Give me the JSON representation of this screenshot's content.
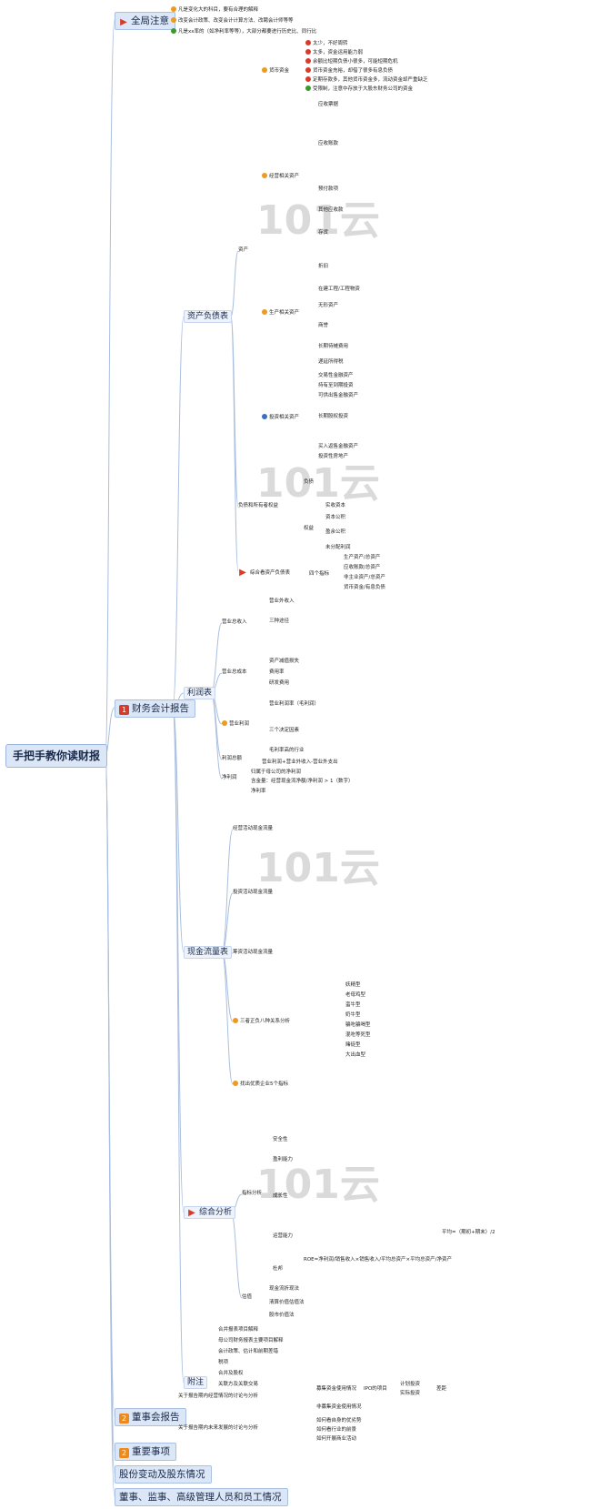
{
  "root": {
    "title": "手把手教你读财报"
  },
  "sections": {
    "notice": {
      "title": "全局注意"
    },
    "report": {
      "title": "财务会计报告"
    },
    "board": {
      "title": "董事会报告"
    },
    "major": {
      "title": "重要事项"
    },
    "shares": {
      "title": "股份变动及股东情况"
    },
    "directors": {
      "title": "董事、监事、高级管理人员和员工情况"
    }
  },
  "notice_items": [
    "凡是变化大的科目，要有合理的解释",
    "改变会计政策、改变会计计算方法、改聘会计师等等",
    "凡是xx率的（如净利率等等），大部分都要进行历史比、同行比"
  ],
  "report_children": {
    "balance": "资产负债表",
    "profit": "利润表",
    "cashflow": "现金流量表",
    "analysis": "综合分析",
    "appendix": "附注"
  },
  "balance": {
    "assets": "资产",
    "liabilities": "负债和所有者权益",
    "overview": "综合看资产负债表",
    "currency": "货币资金",
    "operating": "经营相关资产",
    "production": "生产相关资产",
    "investment": "投资相关资产",
    "currency_items": [
      "太少，不好周转",
      "太多，资金运用能力弱",
      "余额比短期负债小很多，可能短期危机",
      "货币资金充裕，却借了很多有息负债",
      "定期存款多，其他货币资金多，流动资金却严重缺乏",
      "受限制，注意中存放于大股东财务公司的资金"
    ],
    "operating_items": [
      "应收票据",
      "应收账款",
      "预付款项",
      "其他应收款",
      "存货"
    ],
    "production_items": [
      "折旧",
      "在建工程/工程物资",
      "无形资产",
      "商誉",
      "长期待摊费用",
      "递延所得税"
    ],
    "investment_items": [
      "交易性金融资产",
      "持有至到期投资",
      "可供出售金融资产",
      "长期股权投资",
      "买入返售金融资产",
      "投资性房地产"
    ],
    "liab_items": [
      "负债",
      "权益"
    ],
    "equity_items": [
      "实收资本",
      "资本公积",
      "盈余公积",
      "未分配利润"
    ],
    "overview_label": "四个指标",
    "overview_items": [
      "生产资产/总资产",
      "应收账款/总资产",
      "非主业资产/总资产",
      "货币资金/有息负债"
    ]
  },
  "profit": {
    "revenue": "营业总收入",
    "cost": "营业总成本",
    "op_profit": "营业利润",
    "total_profit": "利润总额",
    "net_profit": "净利润",
    "revenue_items": [
      "营业外收入",
      "三种途径"
    ],
    "cost_items": [
      "资产减值损失",
      "费用率",
      "研发费用"
    ],
    "op_items": [
      "营业利润率（毛利润）",
      "三个决定因素",
      "毛利率高的行业"
    ],
    "total_note": "营业利润+营业外收入-营业外支出",
    "net_items": [
      "归属于母公司的净利润",
      "含金量：经营现金流净额/净利润 > 1（数字）",
      "净利率"
    ]
  },
  "cashflow": {
    "operating": "经营活动现金流量",
    "investing": "投资活动现金流量",
    "financing": "筹资活动现金流量",
    "eight": "三者正负八种关系分析",
    "five": "找出优质企业5个指标",
    "eight_types": [
      "妖精型",
      "老母鸡型",
      "蛮牛型",
      "奶牛型",
      "骗吃骗喝型",
      "混吃等死型",
      "赌徒型",
      "大出血型"
    ]
  },
  "analysis": {
    "indicators": "指标分析",
    "valuation": "估值",
    "ind_items": [
      "安全性",
      "盈利能力",
      "成长性",
      "运营能力",
      "杜邦"
    ],
    "val_items": [
      "现金流折现法",
      "清算价值估值法",
      "股市价值法"
    ],
    "dupont": "ROE=净利润/销售收入×销售收入/平均总资产×平均总资产/净资产",
    "avg_note": "平均=（期初+期末）/2"
  },
  "appendix": {
    "items": [
      "合并报表项目解释",
      "母公司财务报表主要项目解释",
      "会计政策、估计和前期差错",
      "税项",
      "合并及股权",
      "关联方及关联交易"
    ]
  },
  "board": {
    "items": [
      "关于报告期内经营情况的讨论与分析",
      "关于报告期内未来发展的讨论与分析"
    ],
    "sub1": [
      "募集资金使用情况",
      "非募集资金使用情况"
    ],
    "sub2": [
      "如何看自身的优劣势",
      "如何看行业的前景",
      "如何开展商业活动"
    ],
    "ipo": "IPO的项目",
    "ipo_items": [
      "计划投资",
      "实际投资"
    ],
    "bad": "差距"
  },
  "watermark": "101云",
  "colors": {
    "section_bg": "#dbe7f7",
    "line": "#9db6dd",
    "accent_red": "#d93b2b",
    "accent_orange": "#ee8a1c",
    "accent_green": "#3a9a2a"
  }
}
